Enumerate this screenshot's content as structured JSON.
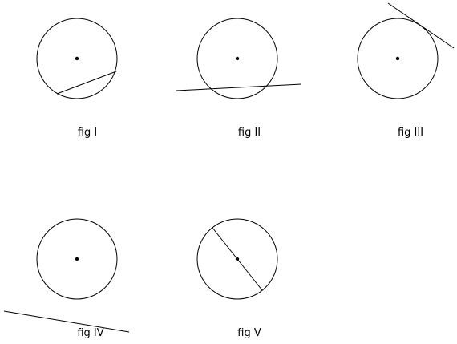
{
  "figures": [
    {
      "caption": "fig I",
      "line_kind": "chord"
    },
    {
      "caption": "fig II",
      "line_kind": "secant"
    },
    {
      "caption": "fig III",
      "line_kind": "tangent"
    },
    {
      "caption": "fig IV",
      "line_kind": "non-intersecting"
    },
    {
      "caption": "fig V",
      "line_kind": "diameter"
    }
  ]
}
